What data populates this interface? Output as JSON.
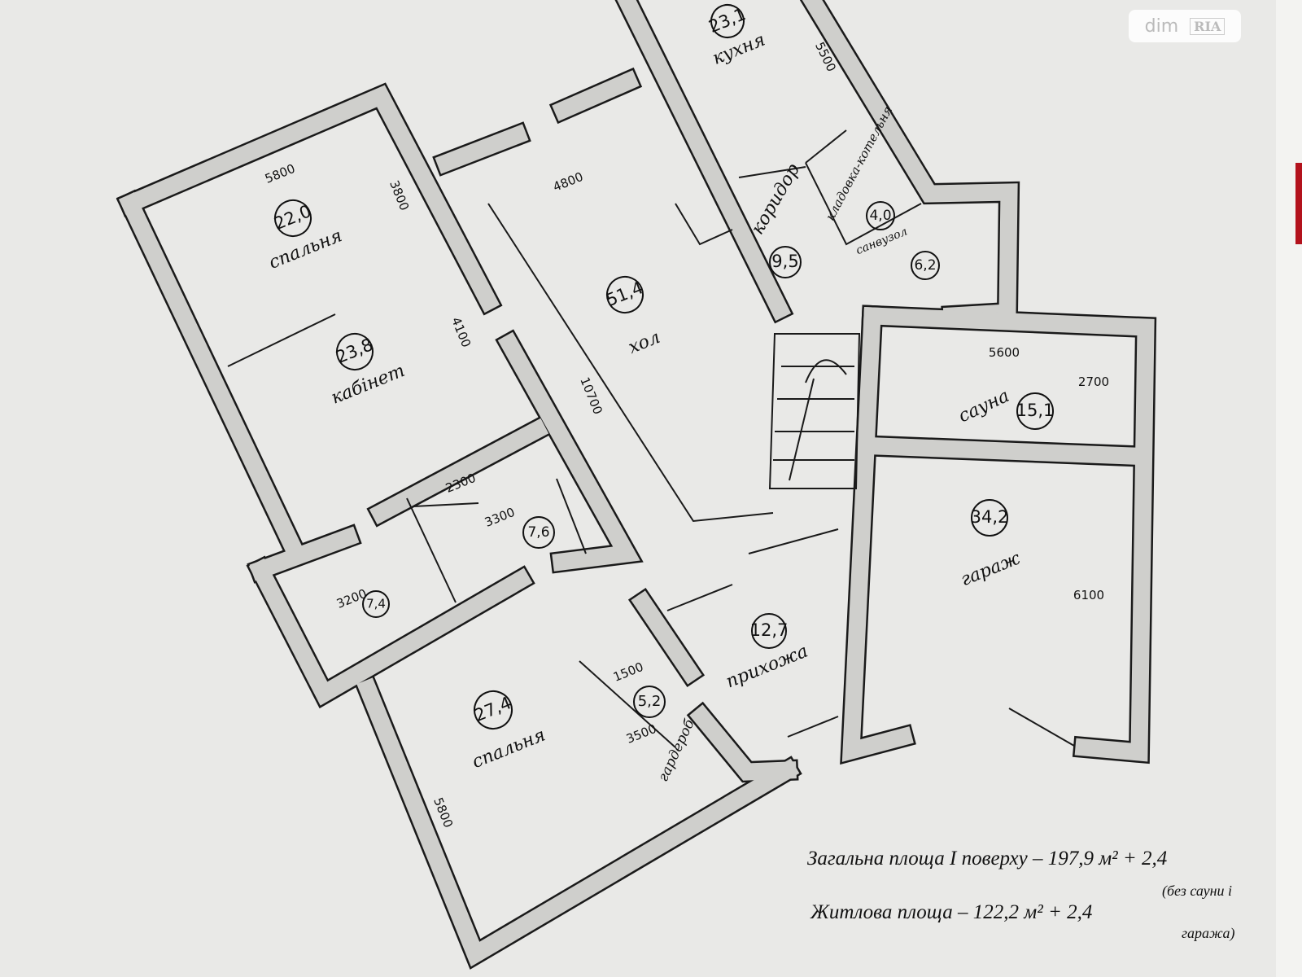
{
  "logo": {
    "text": "dim",
    "badge": "RIA"
  },
  "rooms": [
    {
      "area": "22,0",
      "name": "спальня"
    },
    {
      "area": "23,8",
      "name": "кабінет"
    },
    {
      "area": "51,4",
      "name": "хол"
    },
    {
      "area": "23,1",
      "name": "кухня"
    },
    {
      "area": "9,5",
      "name": "коридор"
    },
    {
      "area": "4,0",
      "name": "кладовка-котельня"
    },
    {
      "area": "6,2",
      "name": "санвузол"
    },
    {
      "area": "15,1",
      "name": "сауна"
    },
    {
      "area": "34,2",
      "name": "гараж"
    },
    {
      "area": "12,7",
      "name": "прихожа"
    },
    {
      "area": "5,2",
      "name": "гардероб"
    },
    {
      "area": "27,4",
      "name": "спальня"
    },
    {
      "area": "7,6",
      "name": ""
    },
    {
      "area": "7,4",
      "name": ""
    }
  ],
  "dimensions": [
    "5800",
    "3800",
    "4800",
    "4100",
    "10700",
    "5500",
    "5600",
    "2700",
    "6100",
    "3300",
    "2300",
    "3200",
    "1500",
    "3500",
    "5800"
  ],
  "notes": {
    "total": "Загальна площа І поверху – 197,9 м² + 2,4",
    "living": "Житлова площа – 122,2 м² + 2,4",
    "exclusion_1": "(без сауни і",
    "exclusion_2": "гаража)"
  },
  "colors": {
    "paper": "#e9e9e7",
    "wall_fill": "#cfcfcc",
    "ink": "#1a1a1a"
  }
}
